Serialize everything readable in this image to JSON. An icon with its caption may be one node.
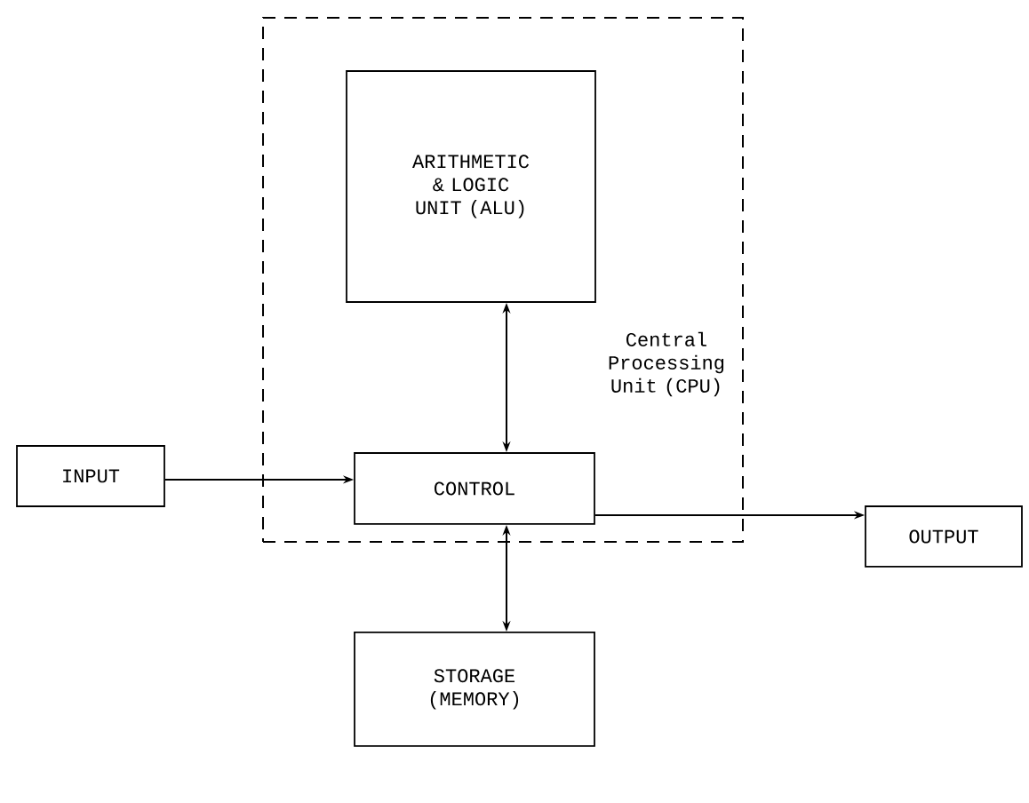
{
  "diagram": {
    "nodes": [
      {
        "text": [
          "Central Processing Unit (CPU)"
        ]
      },
      {
        "text": [
          "ARITHMETIC & LOGIC UNIT (ALU)"
        ],
        "in": 0
      },
      {
        "text": [
          "INPUT"
        ]
      },
      {
        "text": [
          "CONTROL"
        ],
        "in": 0
      },
      {
        "text": [
          "OUTPUT"
        ]
      },
      {
        "text": [
          "STORAGE (MEMORY)"
        ]
      }
    ],
    "edges": [
      {
        "from": 2,
        "to": 3,
        "arrow": "to"
      },
      {
        "from": 1,
        "to": 3,
        "arrow": "both"
      },
      {
        "from": 3,
        "to": 4,
        "arrow": "to"
      },
      {
        "from": 3,
        "to": 5,
        "arrow": "both"
      }
    ]
  }
}
